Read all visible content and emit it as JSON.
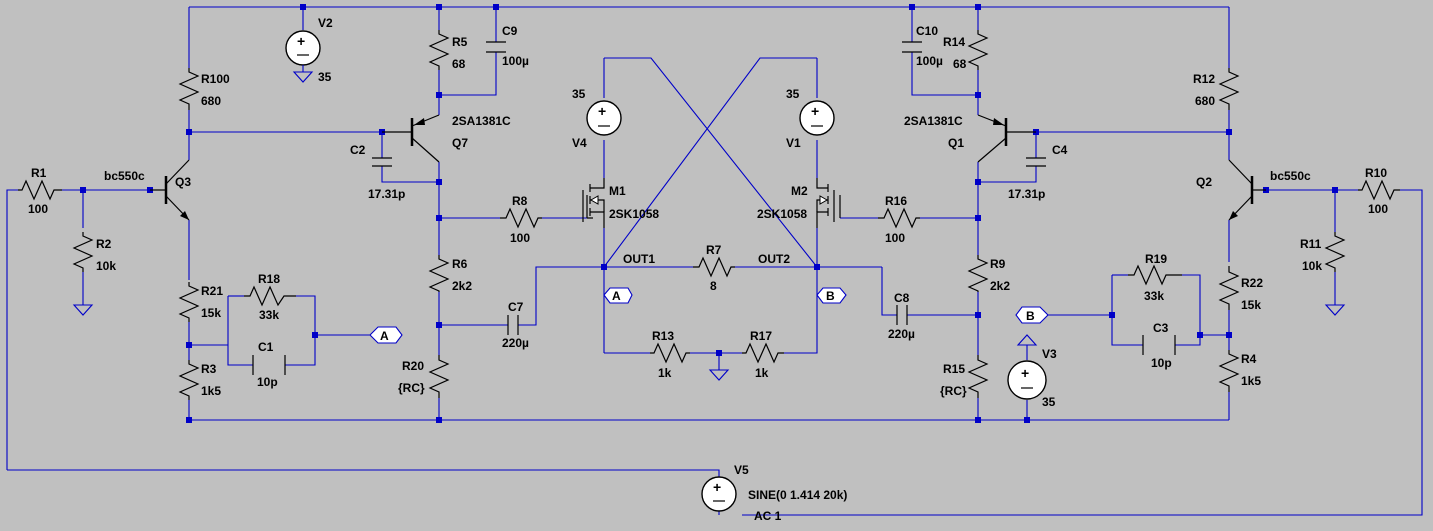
{
  "parts": {
    "r1": {
      "name": "R1",
      "value": "100"
    },
    "r2": {
      "name": "R2",
      "value": "10k"
    },
    "r100": {
      "name": "R100",
      "value": "680"
    },
    "r21": {
      "name": "R21",
      "value": "15k"
    },
    "r3": {
      "name": "R3",
      "value": "1k5"
    },
    "r18": {
      "name": "R18",
      "value": "33k"
    },
    "c1": {
      "name": "C1",
      "value": "10p"
    },
    "q3": {
      "name": "Q3",
      "model": "bc550c"
    },
    "v2": {
      "name": "V2",
      "value": "35"
    },
    "r5": {
      "name": "R5",
      "value": "68"
    },
    "c9": {
      "name": "C9",
      "value": "100µ"
    },
    "q7": {
      "name": "Q7",
      "model": "2SA1381C"
    },
    "c2": {
      "name": "C2",
      "value": "17.31p"
    },
    "r8": {
      "name": "R8",
      "value": "100"
    },
    "r6": {
      "name": "R6",
      "value": "2k2"
    },
    "c7": {
      "name": "C7",
      "value": "220µ"
    },
    "r20": {
      "name": "R20",
      "value": "{RC}"
    },
    "v4": {
      "name": "V4",
      "value": "35"
    },
    "m1": {
      "name": "M1",
      "model": "2SK1058"
    },
    "v1": {
      "name": "V1",
      "value": "35"
    },
    "m2": {
      "name": "M2",
      "model": "2SK1058"
    },
    "r7": {
      "name": "R7",
      "value": "8"
    },
    "r13": {
      "name": "R13",
      "value": "1k"
    },
    "r17": {
      "name": "R17",
      "value": "1k"
    },
    "c10": {
      "name": "C10",
      "value": "100µ"
    },
    "r14": {
      "name": "R14",
      "value": "68"
    },
    "q1": {
      "name": "Q1",
      "model": "2SA1381C"
    },
    "c4": {
      "name": "C4",
      "value": "17.31p"
    },
    "r16": {
      "name": "R16",
      "value": "100"
    },
    "r9": {
      "name": "R9",
      "value": "2k2"
    },
    "c8": {
      "name": "C8",
      "value": "220µ"
    },
    "r15": {
      "name": "R15",
      "value": "{RC}"
    },
    "v3": {
      "name": "V3",
      "value": "35"
    },
    "r12": {
      "name": "R12",
      "value": "680"
    },
    "q2": {
      "name": "Q2",
      "model": "bc550c"
    },
    "r10": {
      "name": "R10",
      "value": "100"
    },
    "r11": {
      "name": "R11",
      "value": "10k"
    },
    "r19": {
      "name": "R19",
      "value": "33k"
    },
    "c3": {
      "name": "C3",
      "value": "10p"
    },
    "r22": {
      "name": "R22",
      "value": "15k"
    },
    "r4": {
      "name": "R4",
      "value": "1k5"
    },
    "v5": {
      "name": "V5",
      "spice": "SINE(0 1.414 20k)",
      "ac": "AC 1"
    }
  },
  "nets": {
    "out1": "OUT1",
    "out2": "OUT2",
    "flag_a": "A",
    "flag_b": "B"
  }
}
